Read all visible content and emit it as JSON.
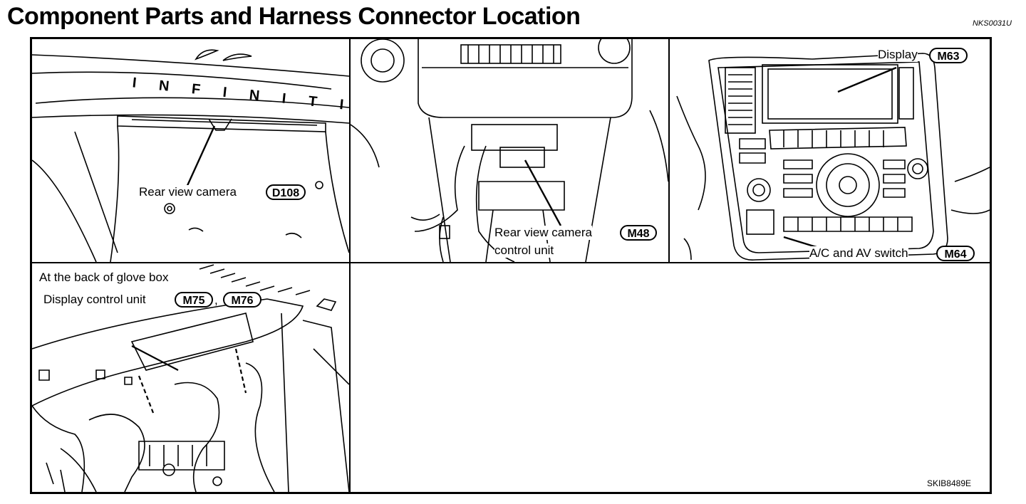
{
  "header": {
    "title": "Component Parts and Harness Connector Location",
    "doc_code": "NKS0031U"
  },
  "panels": {
    "rear_camera": {
      "emblem_letters": [
        "I",
        "N",
        "F",
        "I",
        "N",
        "I",
        "T",
        "I"
      ],
      "label": "Rear view camera",
      "connector": "D108"
    },
    "control_unit": {
      "label_line1": "Rear view camera",
      "label_line2": "control unit",
      "connector": "M48"
    },
    "display_panel": {
      "display_label": "Display",
      "display_connector": "M63",
      "switch_label": "A/C and AV switch",
      "switch_connector": "M64"
    },
    "glove_box": {
      "heading": "At the back of glove box",
      "label": "Display control unit",
      "connector_a": "M75",
      "separator": ",",
      "connector_b": "M76"
    }
  },
  "figure_id": "SKIB8489E"
}
